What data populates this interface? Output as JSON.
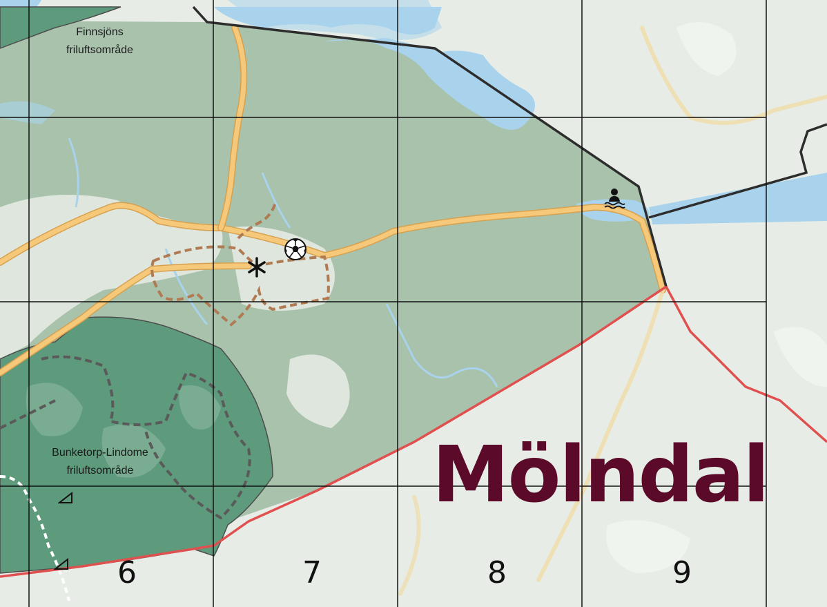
{
  "map": {
    "title": "",
    "colors": {
      "land": "#e7ede6",
      "municipality_area": "#a8c2ac",
      "nature_reserve": "#5e9a7c",
      "water": "#a9d3ec",
      "road": "#f6c97a",
      "trail": "#b07a52",
      "municipal_border": "#e0504f",
      "boundary": "#2d2d2d",
      "grid": "#111111",
      "city_label": "#5c0a2a"
    }
  },
  "labels": {
    "finnsjon": [
      "Finnsjöns",
      "friluftsområde"
    ],
    "bunketorp": [
      "Bunketorp-Lindome",
      "friluftsområde"
    ],
    "city": "Mölndal"
  },
  "grid": {
    "columns": [
      "6",
      "7",
      "8",
      "9"
    ]
  },
  "pois": [
    {
      "type": "soccer-field",
      "icon": "soccer-ball-icon"
    },
    {
      "type": "swimming-place",
      "icon": "swimmer-icon"
    },
    {
      "type": "sight",
      "icon": "asterisk-icon"
    },
    {
      "type": "shelter",
      "icon": "shelter-icon"
    },
    {
      "type": "shelter",
      "icon": "shelter-icon"
    }
  ]
}
